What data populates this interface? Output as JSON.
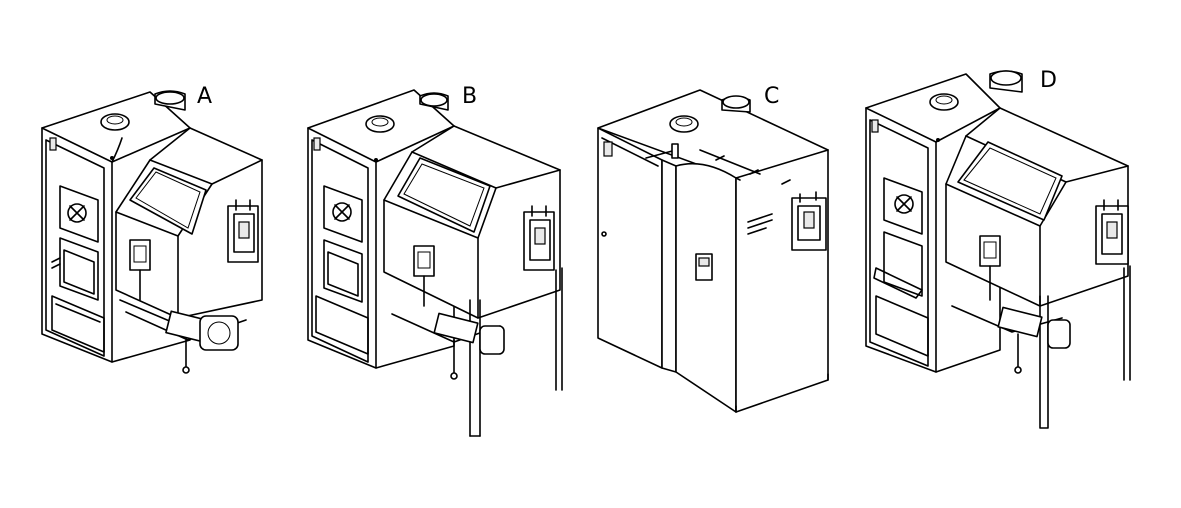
{
  "figure": {
    "labels": [
      "A",
      "B",
      "C",
      "D"
    ]
  }
}
